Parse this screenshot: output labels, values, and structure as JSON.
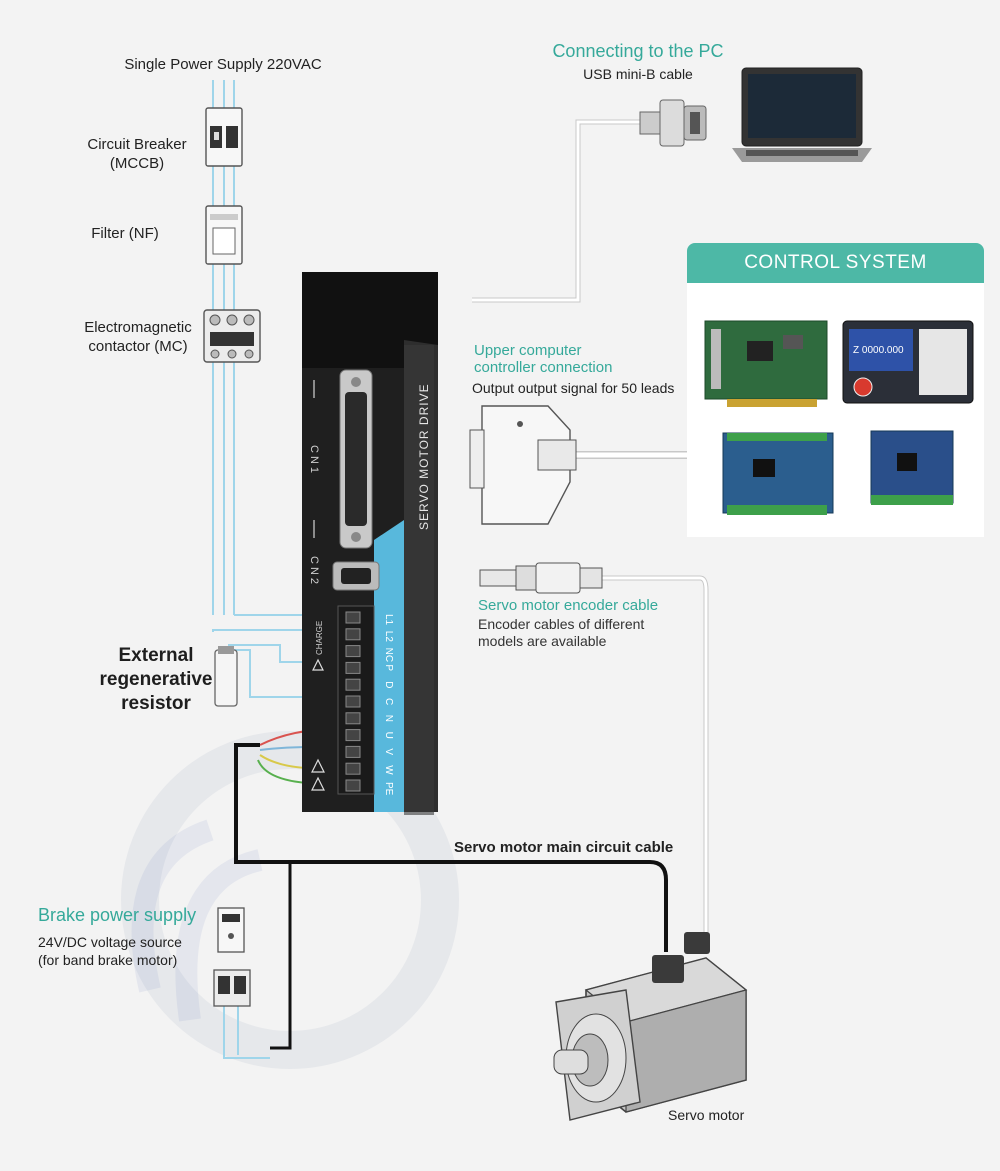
{
  "power": {
    "supply": "Single Power Supply 220VAC",
    "breaker_line1": "Circuit Breaker",
    "breaker_line2": "(MCCB)",
    "filter": "Filter (NF)",
    "contactor_line1": "Electromagnetic",
    "contactor_line2": "contactor (MC)"
  },
  "pc": {
    "title": "Connecting to the PC",
    "cable": "USB mini-B cable"
  },
  "control_system": {
    "title": "CONTROL SYSTEM"
  },
  "upper": {
    "title_line1": "Upper computer",
    "title_line2": "controller connection",
    "desc": "Output output signal for 50 leads"
  },
  "encoder": {
    "title": "Servo motor encoder cable",
    "desc_line1": "Encoder cables of different",
    "desc_line2": "models are available"
  },
  "resistor": {
    "line1": "External",
    "line2": "regenerative",
    "line3": "resistor"
  },
  "main_cable": "Servo motor main circuit cable",
  "brake": {
    "title": "Brake power supply",
    "desc_line1": "24V/DC voltage source",
    "desc_line2": "(for band brake motor)"
  },
  "motor_label": "Servo motor",
  "drive": {
    "brand_text": "SERVO MOTOR DRIVE",
    "cn1": "CN1",
    "cn2": "CN2",
    "charge": "CHARGE",
    "terminals": [
      "L1",
      "L2",
      "NC",
      "P",
      "D",
      "C",
      "N",
      "U",
      "V",
      "W",
      "PE"
    ]
  },
  "lcd_value": "Z 0000.000",
  "colors": {
    "teal": "#35a99a",
    "header": "#4db8a6",
    "wire_blue": "#9fd5ea",
    "drive_body": "#2b2b2b",
    "drive_accent": "#58b8dc"
  }
}
